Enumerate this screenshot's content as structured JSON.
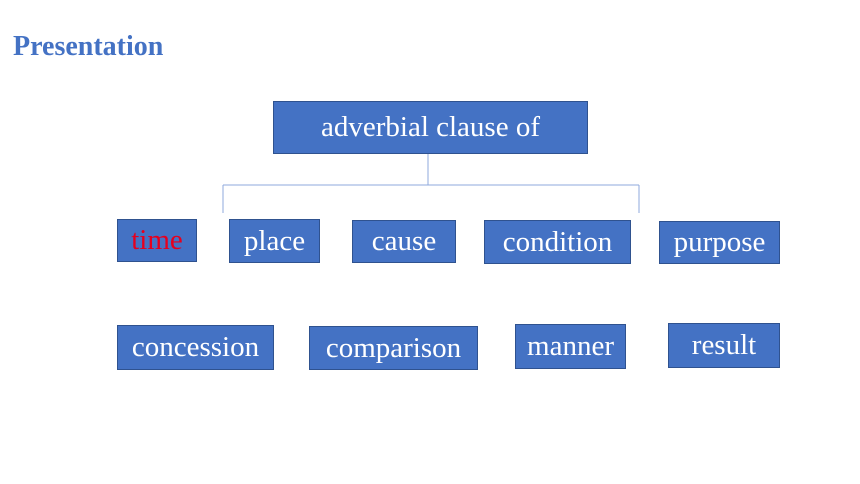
{
  "title": "Presentation",
  "diagram": {
    "root": "adverbial clause of",
    "row1": [
      "time",
      "place",
      "cause",
      "condition",
      "purpose"
    ],
    "row2": [
      "concession",
      "comparison",
      "manner",
      "result"
    ]
  },
  "colors": {
    "title": "#4472c4",
    "box_fill": "#4472c4",
    "box_text": "#ffffff",
    "highlight_text": "#e6001e",
    "connector": "#8faadc"
  }
}
